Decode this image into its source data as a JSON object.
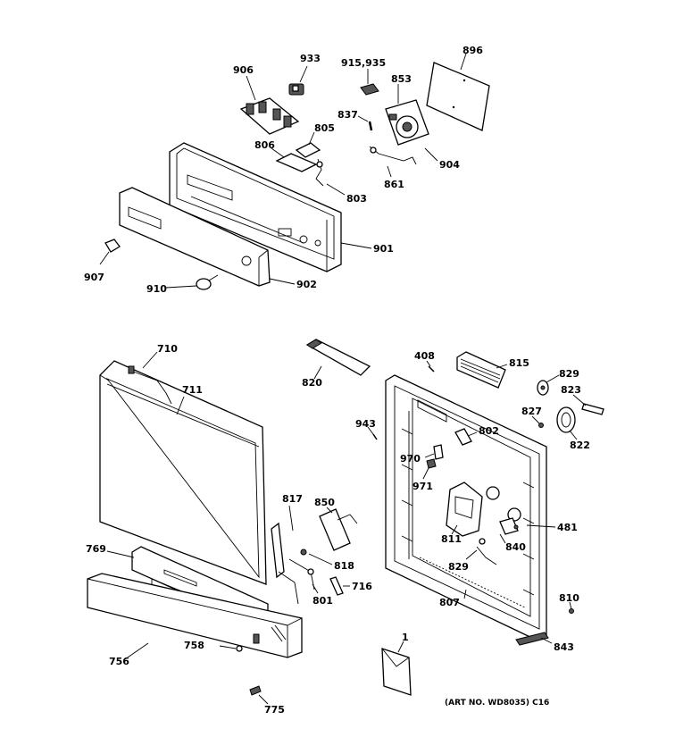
{
  "diagram": {
    "art_number": "(ART NO. WD8035) C16",
    "callouts": {
      "p896": "896",
      "p933": "933",
      "p915": "915,935",
      "p906": "906",
      "p853": "853",
      "p837": "837",
      "p805": "805",
      "p806": "806",
      "p904": "904",
      "p861": "861",
      "p803": "803",
      "p901": "901",
      "p907": "907",
      "p910": "910",
      "p902": "902",
      "p710": "710",
      "p711": "711",
      "p820": "820",
      "p408": "408",
      "p815": "815",
      "p829a": "829",
      "p823": "823",
      "p827": "827",
      "p943": "943",
      "p802": "802",
      "p822": "822",
      "p970": "970",
      "p971": "971",
      "p817": "817",
      "p850": "850",
      "p481": "481",
      "p811": "811",
      "p840": "840",
      "p769": "769",
      "p818": "818",
      "p829b": "829",
      "p716": "716",
      "p801": "801",
      "p810": "810",
      "p807": "807",
      "p758": "758",
      "p756": "756",
      "p843": "843",
      "p1": "1",
      "p775": "775"
    }
  }
}
